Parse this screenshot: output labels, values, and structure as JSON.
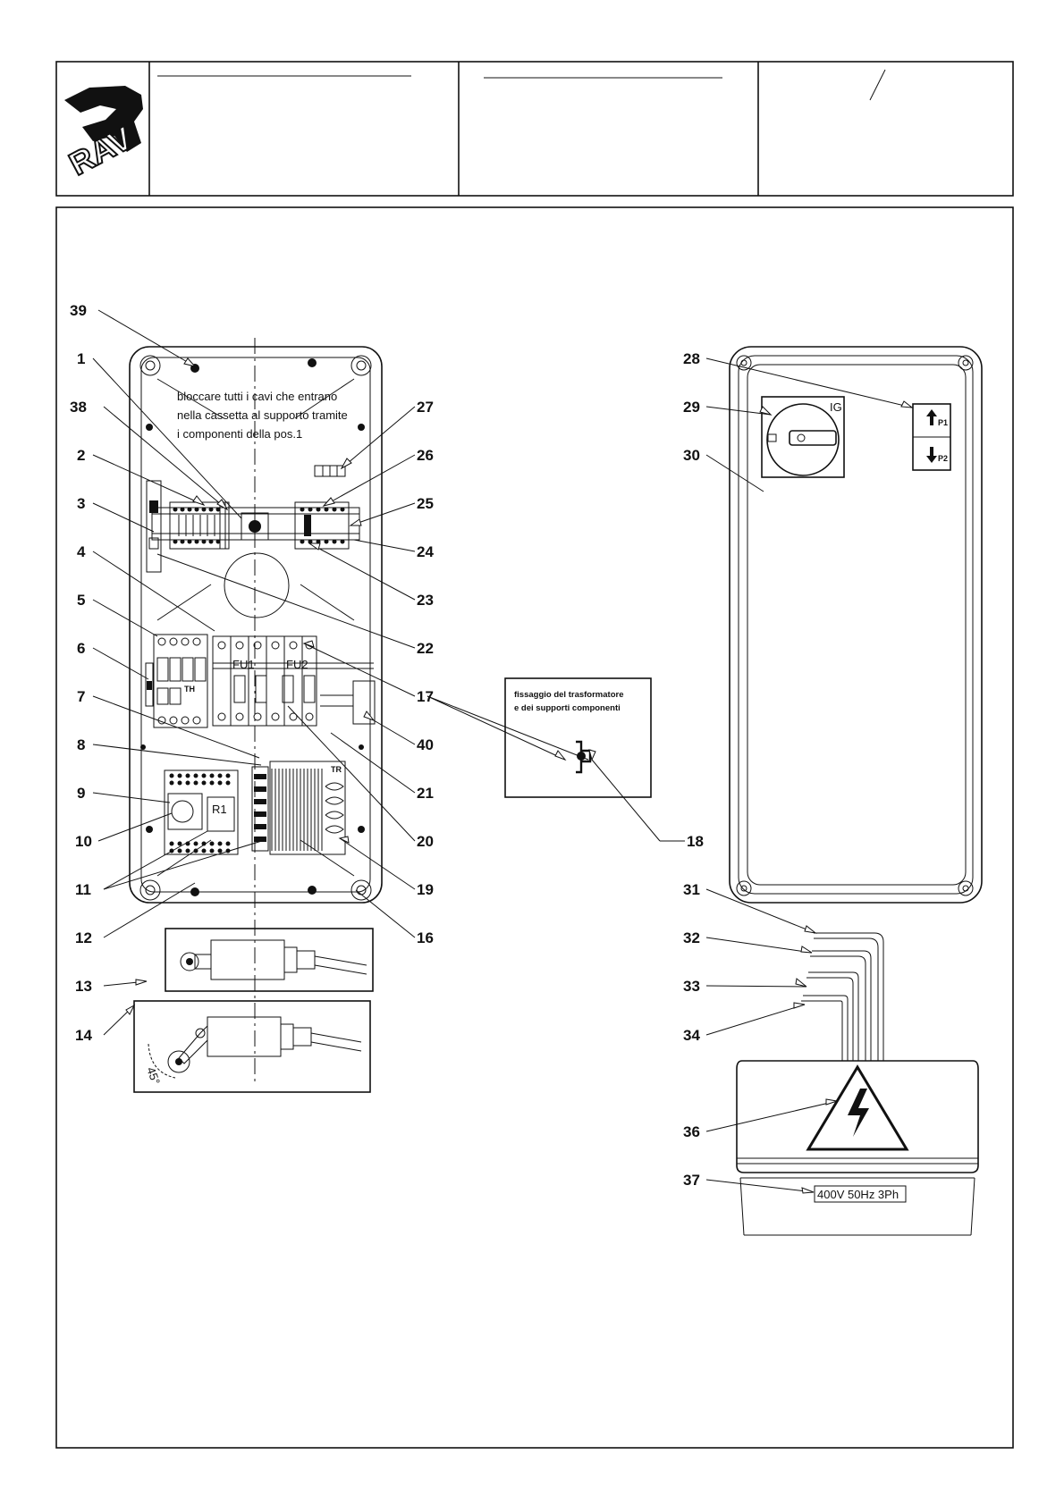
{
  "logo": {
    "text": "RAV"
  },
  "panel": {
    "note_lines": [
      "bloccare tutti i cavi che entrano",
      "nella cassetta al supporto tramite",
      "i componenti della pos.1"
    ],
    "fuse1": "FU1",
    "fuse2": "FU2",
    "relay": "R1",
    "transformer": "TR"
  },
  "inset": {
    "note_lines": [
      "fissaggio del trasformatore",
      "e dei supporti componenti"
    ]
  },
  "cover": {
    "switch_label": "IG",
    "button_up": "P1",
    "button_down": "P2",
    "voltage_label": "400V 50Hz 3Ph"
  },
  "callouts": {
    "c39": "39",
    "c1": "1",
    "c38": "38",
    "c2": "2",
    "c3": "3",
    "c4": "4",
    "c5": "5",
    "c6": "6",
    "c7": "7",
    "c8": "8",
    "c9": "9",
    "c10": "10",
    "c11": "11",
    "c12": "12",
    "c13": "13",
    "c14": "14",
    "c27": "27",
    "c26": "26",
    "c25": "25",
    "c24": "24",
    "c23": "23",
    "c22": "22",
    "c17": "17",
    "c40": "40",
    "c21": "21",
    "c20": "20",
    "c18": "18",
    "c19": "19",
    "c16": "16",
    "c28": "28",
    "c29": "29",
    "c30": "30",
    "c31": "31",
    "c32": "32",
    "c33": "33",
    "c34": "34",
    "c36": "36",
    "c37": "37"
  },
  "angle_label": "45°"
}
